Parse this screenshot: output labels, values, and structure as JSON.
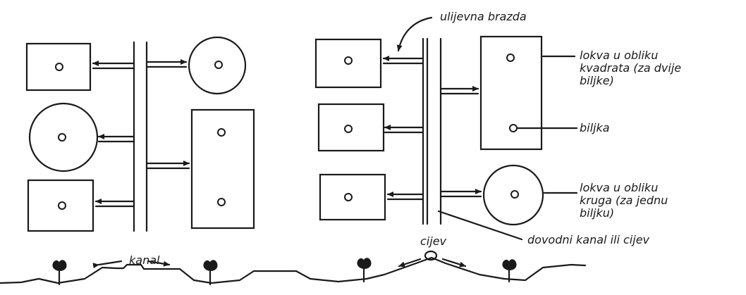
{
  "labels": {
    "inlet_furrow": "ulijevna brazda",
    "square_basin_1": "lokva u obliku",
    "square_basin_2": "kvadrata (za dvije",
    "square_basin_3": "biljke)",
    "plant": "biljka",
    "circle_basin_1": "lokva u obliku",
    "circle_basin_2": "kruga (za jednu",
    "circle_basin_3": "biljku)",
    "supply_channel": "dovodni kanal ili cijev",
    "pipe": "cijev",
    "channel": "kanal"
  }
}
